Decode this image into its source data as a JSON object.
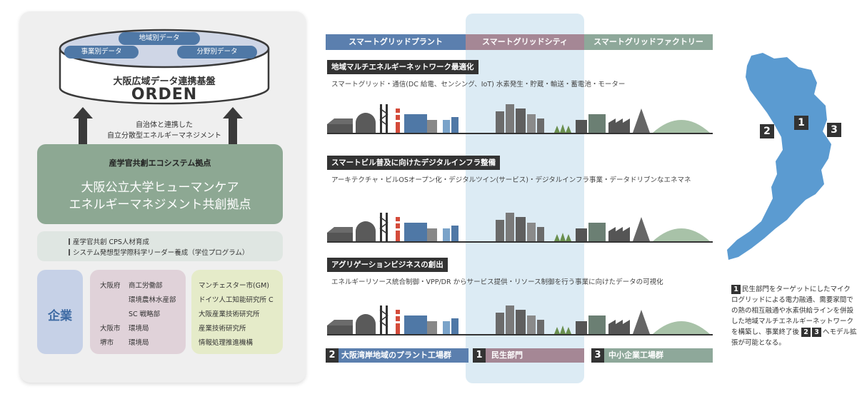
{
  "platform": {
    "title": "大阪広域データ連携基盤",
    "name": "ORDEN",
    "tags": [
      "地域別データ",
      "事業別データ",
      "分野別データ"
    ],
    "caption_line1": "自治体と連携した",
    "caption_line2": "自立分散型エネルギーマネジメント"
  },
  "ecosystem": {
    "label": "産学官共創エコシステム拠点",
    "name_line1": "大阪公立大学ヒューマンケア",
    "name_line2": "エネルギーマネジメント共創拠点"
  },
  "training": [
    "産学官共創 CPS人材育成",
    "システム発想型学際科学リーダー養成（学位プログラム）"
  ],
  "company_label": "企業",
  "government": {
    "rows": [
      {
        "org": "大阪府",
        "dept": "商工労働部"
      },
      {
        "org": "",
        "dept": "環境農林水産部"
      },
      {
        "org": "",
        "dept": "SC 戦略部"
      },
      {
        "org": "大阪市",
        "dept": "環境局"
      },
      {
        "org": "堺市",
        "dept": "環境局"
      }
    ]
  },
  "international": [
    "マンチェスター市(GM)",
    "ドイツ人工知能研究所 C",
    "大阪産業技術研究所",
    "産業技術研究所",
    "情報処理推進機構"
  ],
  "categories": [
    {
      "label": "スマートグリッドプラント",
      "color": "#5b7fae"
    },
    {
      "label": "スマートグリッドシティ",
      "color": "#a58795"
    },
    {
      "label": "スマートグリッドファクトリー",
      "color": "#8ea89a"
    }
  ],
  "sections": [
    {
      "title": "地域マルチエネルギーネットワーク最適化",
      "desc": "スマートグリッド・通信(DC 給電、センシング、IoT) 水素発生・貯蔵・輸送・蓄電池・モーター"
    },
    {
      "title": "スマートビル普及に向けたデジタルインフラ整備",
      "desc": "アーキテクチャ・ビルOSオープン化・デジタルツイン(サービス)・デジタルインフラ事業・データドリブンなエネマネ"
    },
    {
      "title": "アグリゲーションビジネスの創出",
      "desc": "エネルギーリソース統合制御・VPP/DR からサービス提供・リソース制御を行う事業に向けたデータの可視化"
    }
  ],
  "footer": [
    {
      "num": "2",
      "label": "大阪湾岸地域のプラント工場群",
      "color": "#5b7fae"
    },
    {
      "num": "1",
      "label": "民生部門",
      "color": "#a58795"
    },
    {
      "num": "3",
      "label": "中小企業工場群",
      "color": "#8ea89a"
    }
  ],
  "map": {
    "color": "#5b9bd1",
    "badges": [
      "2",
      "1",
      "3"
    ]
  },
  "note": {
    "badge1": "1",
    "text1": "民生部門をターゲットにしたマイクログリッドによる電力融通、需要家間での熱の相互融通や水素供給ラインを併設した地域マルチエネルギーネットワークを構築し、事業終了後",
    "badge2": "2",
    "badge3": "3",
    "text2": "へモデル拡張が可能となる。"
  }
}
